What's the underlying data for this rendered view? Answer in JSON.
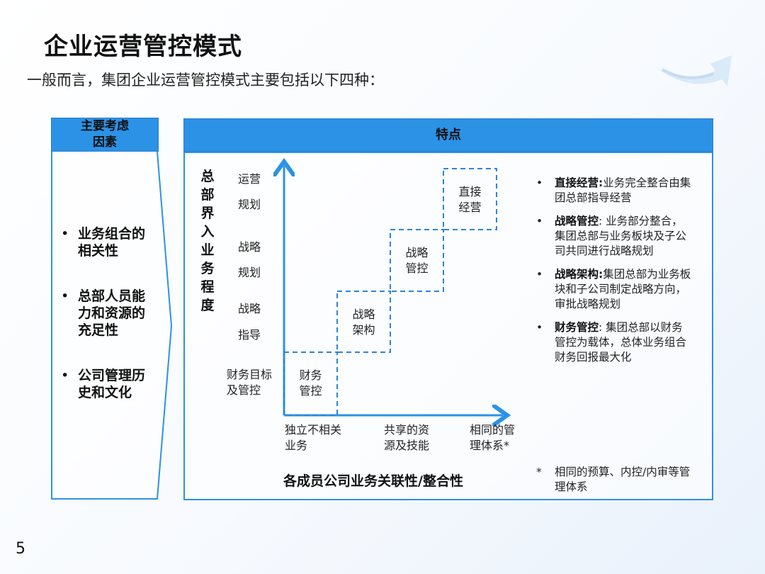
{
  "title": "企业运营管控模式",
  "subtitle": "一般而言，集团企业运营管控模式主要包括以下四种：",
  "page_number": "5",
  "colors": {
    "accent": "#2b92e6",
    "axis": "#2b92e6"
  },
  "left_panel": {
    "header_line1": "主要考虑",
    "header_line2": "因素",
    "factors": [
      {
        "line1": "业务组合的",
        "line2": "相关性",
        "line3": ""
      },
      {
        "line1": "总部人员能",
        "line2": "力和资源的",
        "line3": "充足性"
      },
      {
        "line1": "公司管理历",
        "line2": "史和文化",
        "line3": ""
      }
    ],
    "bullet": "•"
  },
  "right_panel": {
    "header": "特点",
    "y_axis_label": [
      "总",
      "部",
      "界",
      "入",
      "业",
      "务",
      "程",
      "度"
    ],
    "y_levels": [
      {
        "a": "运营",
        "b": "规划"
      },
      {
        "a": "战略",
        "b": "规划"
      },
      {
        "a": "战略",
        "b": "指导"
      },
      {
        "a": "财务目标",
        "b": "及管控"
      }
    ],
    "x_labels": [
      {
        "a": "独立不相关",
        "b": "业务"
      },
      {
        "a": "共享的资",
        "b": "源及技能"
      },
      {
        "a": "相同的管",
        "b": "理体系*"
      }
    ],
    "x_axis_title": "各成员公司业务关联性/整合性",
    "boxes": [
      {
        "a": "财务",
        "b": "管控"
      },
      {
        "a": "战略",
        "b": "架构"
      },
      {
        "a": "战略",
        "b": "管控"
      },
      {
        "a": "直接",
        "b": "经营"
      }
    ],
    "descriptions": [
      {
        "term": "直接经营:",
        "text": "业务完全整合由集团总部指导经营"
      },
      {
        "term": "战略管控",
        "text": ": 业务部分整合，集团总部与业务板块及子公司共同进行战略规划"
      },
      {
        "term": "战略架构:",
        "text": "集团总部为业务板块和子公司制定战略方向，审批战略规划"
      },
      {
        "term": "财务管控",
        "text": ": 集团总部以财务管控为载体，总体业务组合财务回报最大化"
      }
    ],
    "footnote_mark": "*",
    "footnote": "相同的预算、内控/内审等管理体系"
  }
}
